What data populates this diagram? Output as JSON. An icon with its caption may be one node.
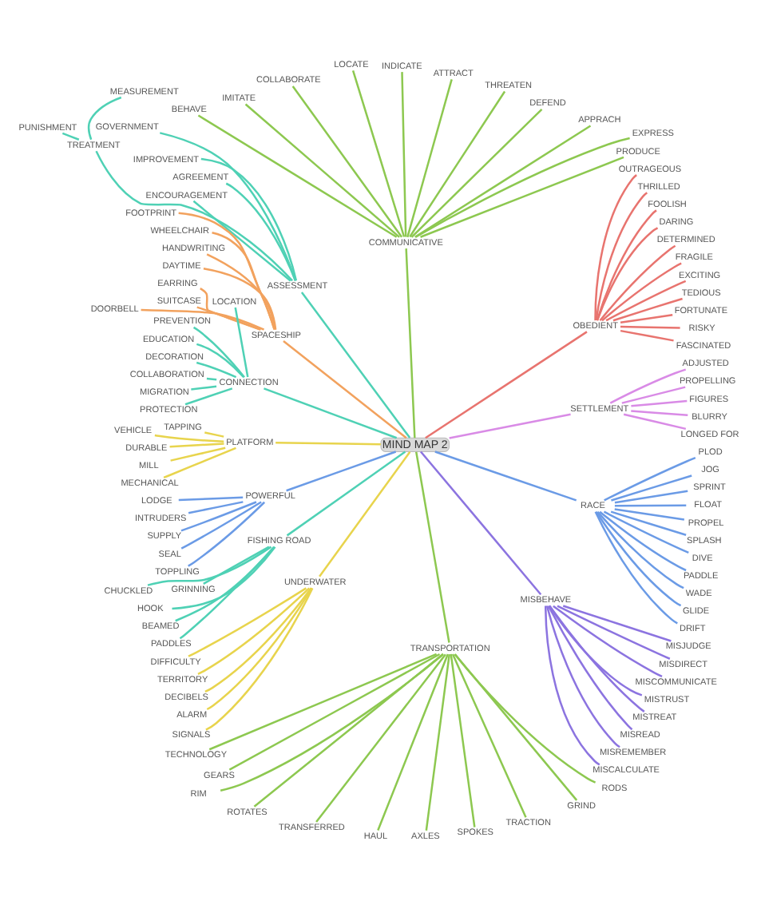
{
  "diagram": {
    "nodes": [
      {
        "text": [
          "MIND MAP 2"
        ]
      },
      {
        "text": [
          "SETTLEMENT"
        ]
      },
      {
        "text": [
          "LONGED FOR"
        ]
      },
      {
        "text": [
          "BLURRY"
        ]
      },
      {
        "text": [
          "FIGURES"
        ]
      },
      {
        "text": [
          "PROPELLING"
        ]
      },
      {
        "text": [
          "ADJUSTED"
        ]
      },
      {
        "text": [
          "OBEDIENT"
        ]
      },
      {
        "text": [
          "FASCINATED"
        ]
      },
      {
        "text": [
          "RISKY"
        ]
      },
      {
        "text": [
          "FORTUNATE"
        ]
      },
      {
        "text": [
          "TEDIOUS"
        ]
      },
      {
        "text": [
          "EXCITING"
        ]
      },
      {
        "text": [
          "FRAGILE"
        ]
      },
      {
        "text": [
          "DETERMINED"
        ]
      },
      {
        "text": [
          "DARING"
        ]
      },
      {
        "text": [
          "FOOLISH"
        ]
      },
      {
        "text": [
          "THRILLED"
        ]
      },
      {
        "text": [
          "OUTRAGEOUS"
        ]
      },
      {
        "text": [
          "COMMUNICATIVE"
        ]
      },
      {
        "text": [
          "PRODUCE"
        ]
      },
      {
        "text": [
          "EXPRESS"
        ]
      },
      {
        "text": [
          "APPRACH"
        ]
      },
      {
        "text": [
          "DEFEND"
        ]
      },
      {
        "text": [
          "THREATEN"
        ]
      },
      {
        "text": [
          "ATTRACT"
        ]
      },
      {
        "text": [
          "INDICATE"
        ]
      },
      {
        "text": [
          "LOCATE"
        ]
      },
      {
        "text": [
          "COLLABORATE"
        ]
      },
      {
        "text": [
          "IMITATE"
        ]
      },
      {
        "text": [
          "BEHAVE"
        ]
      },
      {
        "text": [
          "ASSESSMENT"
        ]
      },
      {
        "text": [
          "GOVERNMENT"
        ]
      },
      {
        "text": [
          "TREATMENT"
        ]
      },
      {
        "text": [
          "MEASUREMENT"
        ]
      },
      {
        "text": [
          "PUNISHMENT"
        ]
      },
      {
        "text": [
          "IMPROVEMENT"
        ]
      },
      {
        "text": [
          "AGREEMENT"
        ]
      },
      {
        "text": [
          "ENCOURAGEMENT"
        ]
      },
      {
        "text": [
          "SPACESHIP"
        ]
      },
      {
        "text": [
          "FOOTPRINT"
        ]
      },
      {
        "text": [
          "WHEELCHAIR"
        ]
      },
      {
        "text": [
          "HANDWRITING"
        ]
      },
      {
        "text": [
          "DAYTIME"
        ]
      },
      {
        "text": [
          "EARRING"
        ]
      },
      {
        "text": [
          "DOORBELL"
        ]
      },
      {
        "text": [
          "SUITCASE"
        ]
      },
      {
        "text": [
          "CONNECTION"
        ]
      },
      {
        "text": [
          "LOCATION"
        ]
      },
      {
        "text": [
          "PREVENTION"
        ]
      },
      {
        "text": [
          "EDUCATION"
        ]
      },
      {
        "text": [
          "DECORATION"
        ]
      },
      {
        "text": [
          "COLLABORATION"
        ]
      },
      {
        "text": [
          "MIGRATION"
        ]
      },
      {
        "text": [
          "PROTECTION"
        ]
      },
      {
        "text": [
          "PLATFORM"
        ]
      },
      {
        "text": [
          "TAPPING"
        ]
      },
      {
        "text": [
          "VEHICLE"
        ]
      },
      {
        "text": [
          "DURABLE"
        ]
      },
      {
        "text": [
          "MILL"
        ]
      },
      {
        "text": [
          "MECHANICAL"
        ]
      },
      {
        "text": [
          "POWERFUL"
        ]
      },
      {
        "text": [
          "LODGE"
        ]
      },
      {
        "text": [
          "INTRUDERS"
        ]
      },
      {
        "text": [
          "SUPPLY"
        ]
      },
      {
        "text": [
          "SEAL"
        ]
      },
      {
        "text": [
          "TOPPLING"
        ]
      },
      {
        "text": [
          "FISHING ROAD"
        ]
      },
      {
        "text": [
          "GRINNING"
        ]
      },
      {
        "text": [
          "CHUCKLED"
        ]
      },
      {
        "text": [
          "HOOK"
        ]
      },
      {
        "text": [
          "BEAMED"
        ]
      },
      {
        "text": [
          "PADDLES"
        ]
      },
      {
        "text": [
          "UNDERWATER"
        ]
      },
      {
        "text": [
          "DIFFICULTY"
        ]
      },
      {
        "text": [
          "TERRITORY"
        ]
      },
      {
        "text": [
          "DECIBELS"
        ]
      },
      {
        "text": [
          "ALARM"
        ]
      },
      {
        "text": [
          "SIGNALS"
        ]
      },
      {
        "text": [
          "TRANSPORTATION"
        ]
      },
      {
        "text": [
          "TECHNOLOGY"
        ]
      },
      {
        "text": [
          "GEARS"
        ]
      },
      {
        "text": [
          "RIM"
        ]
      },
      {
        "text": [
          "ROTATES"
        ]
      },
      {
        "text": [
          "TRANSFERRED"
        ]
      },
      {
        "text": [
          "HAUL"
        ]
      },
      {
        "text": [
          "AXLES"
        ]
      },
      {
        "text": [
          "SPOKES"
        ]
      },
      {
        "text": [
          "TRACTION"
        ]
      },
      {
        "text": [
          "GRIND"
        ]
      },
      {
        "text": [
          "RODS"
        ]
      },
      {
        "text": [
          "MISBEHAVE"
        ]
      },
      {
        "text": [
          "MISCALCULATE"
        ]
      },
      {
        "text": [
          "MISREMEMBER"
        ]
      },
      {
        "text": [
          "MISREAD"
        ]
      },
      {
        "text": [
          "MISTREAT"
        ]
      },
      {
        "text": [
          "MISTRUST"
        ]
      },
      {
        "text": [
          "MISCOMMUNICATE"
        ]
      },
      {
        "text": [
          "MISDIRECT"
        ]
      },
      {
        "text": [
          "MISJUDGE"
        ]
      },
      {
        "text": [
          "RACE"
        ]
      },
      {
        "text": [
          "DRIFT"
        ]
      },
      {
        "text": [
          "GLIDE"
        ]
      },
      {
        "text": [
          "WADE"
        ]
      },
      {
        "text": [
          "PADDLE"
        ]
      },
      {
        "text": [
          "DIVE"
        ]
      },
      {
        "text": [
          "SPLASH"
        ]
      },
      {
        "text": [
          "PROPEL"
        ]
      },
      {
        "text": [
          "FLOAT"
        ]
      },
      {
        "text": [
          "SPRINT"
        ]
      },
      {
        "text": [
          "JOG"
        ]
      },
      {
        "text": [
          "PLOD"
        ]
      }
    ],
    "edges": [
      {
        "from": 0,
        "to": 1,
        "arrow": "none",
        "color": "#d98be6"
      },
      {
        "from": 1,
        "to": 2,
        "arrow": "none",
        "color": "#d98be6"
      },
      {
        "from": 1,
        "to": 3,
        "arrow": "none",
        "color": "#d98be6"
      },
      {
        "from": 1,
        "to": 4,
        "arrow": "none",
        "color": "#d98be6"
      },
      {
        "from": 1,
        "to": 5,
        "arrow": "none",
        "color": "#d98be6"
      },
      {
        "from": 1,
        "to": 6,
        "arrow": "none",
        "color": "#d98be6"
      },
      {
        "from": 0,
        "to": 7,
        "arrow": "none",
        "color": "#e8746f"
      },
      {
        "from": 7,
        "to": 8,
        "arrow": "none",
        "color": "#e8746f"
      },
      {
        "from": 7,
        "to": 9,
        "arrow": "none",
        "color": "#e8746f"
      },
      {
        "from": 7,
        "to": 10,
        "arrow": "none",
        "color": "#e8746f"
      },
      {
        "from": 7,
        "to": 11,
        "arrow": "none",
        "color": "#e8746f"
      },
      {
        "from": 7,
        "to": 12,
        "arrow": "none",
        "color": "#e8746f"
      },
      {
        "from": 7,
        "to": 13,
        "arrow": "none",
        "color": "#e8746f"
      },
      {
        "from": 7,
        "to": 14,
        "arrow": "none",
        "color": "#e8746f"
      },
      {
        "from": 7,
        "to": 15,
        "arrow": "none",
        "color": "#e8746f"
      },
      {
        "from": 7,
        "to": 16,
        "arrow": "none",
        "color": "#e8746f"
      },
      {
        "from": 7,
        "to": 17,
        "arrow": "none",
        "color": "#e8746f"
      },
      {
        "from": 7,
        "to": 18,
        "arrow": "none",
        "color": "#e8746f"
      },
      {
        "from": 0,
        "to": 19,
        "arrow": "none",
        "color": "#8dc850"
      },
      {
        "from": 19,
        "to": 20,
        "arrow": "none",
        "color": "#8dc850"
      },
      {
        "from": 19,
        "to": 21,
        "arrow": "none",
        "color": "#8dc850"
      },
      {
        "from": 19,
        "to": 22,
        "arrow": "none",
        "color": "#8dc850"
      },
      {
        "from": 19,
        "to": 23,
        "arrow": "none",
        "color": "#8dc850"
      },
      {
        "from": 19,
        "to": 24,
        "arrow": "none",
        "color": "#8dc850"
      },
      {
        "from": 19,
        "to": 25,
        "arrow": "none",
        "color": "#8dc850"
      },
      {
        "from": 19,
        "to": 26,
        "arrow": "none",
        "color": "#8dc850"
      },
      {
        "from": 19,
        "to": 27,
        "arrow": "none",
        "color": "#8dc850"
      },
      {
        "from": 19,
        "to": 28,
        "arrow": "none",
        "color": "#8dc850"
      },
      {
        "from": 19,
        "to": 29,
        "arrow": "none",
        "color": "#8dc850"
      },
      {
        "from": 19,
        "to": 30,
        "arrow": "none",
        "color": "#8dc850"
      },
      {
        "from": 0,
        "to": 31,
        "arrow": "none",
        "color": "#4fd1b5"
      },
      {
        "from": 31,
        "to": 32,
        "arrow": "none",
        "color": "#4fd1b5"
      },
      {
        "from": 31,
        "to": 33,
        "arrow": "none",
        "color": "#4fd1b5"
      },
      {
        "from": 33,
        "to": 34,
        "arrow": "none",
        "color": "#4fd1b5"
      },
      {
        "from": 33,
        "to": 35,
        "arrow": "none",
        "color": "#4fd1b5"
      },
      {
        "from": 31,
        "to": 36,
        "arrow": "none",
        "color": "#4fd1b5"
      },
      {
        "from": 31,
        "to": 37,
        "arrow": "none",
        "color": "#4fd1b5"
      },
      {
        "from": 31,
        "to": 38,
        "arrow": "none",
        "color": "#4fd1b5"
      },
      {
        "from": 0,
        "to": 39,
        "arrow": "none",
        "color": "#f2a25e"
      },
      {
        "from": 39,
        "to": 40,
        "arrow": "none",
        "color": "#f2a25e"
      },
      {
        "from": 39,
        "to": 41,
        "arrow": "none",
        "color": "#f2a25e"
      },
      {
        "from": 39,
        "to": 42,
        "arrow": "none",
        "color": "#f2a25e"
      },
      {
        "from": 39,
        "to": 43,
        "arrow": "none",
        "color": "#f2a25e"
      },
      {
        "from": 39,
        "to": 44,
        "arrow": "none",
        "color": "#f2a25e"
      },
      {
        "from": 39,
        "to": 45,
        "arrow": "none",
        "color": "#f2a25e"
      },
      {
        "from": 39,
        "to": 46,
        "arrow": "none",
        "color": "#f2a25e"
      },
      {
        "from": 0,
        "to": 47,
        "arrow": "none",
        "color": "#4fd1b5"
      },
      {
        "from": 47,
        "to": 48,
        "arrow": "none",
        "color": "#4fd1b5"
      },
      {
        "from": 47,
        "to": 49,
        "arrow": "none",
        "color": "#4fd1b5"
      },
      {
        "from": 47,
        "to": 50,
        "arrow": "none",
        "color": "#4fd1b5"
      },
      {
        "from": 47,
        "to": 51,
        "arrow": "none",
        "color": "#4fd1b5"
      },
      {
        "from": 47,
        "to": 52,
        "arrow": "none",
        "color": "#4fd1b5"
      },
      {
        "from": 47,
        "to": 53,
        "arrow": "none",
        "color": "#4fd1b5"
      },
      {
        "from": 47,
        "to": 54,
        "arrow": "none",
        "color": "#4fd1b5"
      },
      {
        "from": 0,
        "to": 55,
        "arrow": "none",
        "color": "#e8d44d"
      },
      {
        "from": 55,
        "to": 56,
        "arrow": "none",
        "color": "#e8d44d"
      },
      {
        "from": 55,
        "to": 57,
        "arrow": "none",
        "color": "#e8d44d"
      },
      {
        "from": 55,
        "to": 58,
        "arrow": "none",
        "color": "#e8d44d"
      },
      {
        "from": 55,
        "to": 59,
        "arrow": "none",
        "color": "#e8d44d"
      },
      {
        "from": 55,
        "to": 60,
        "arrow": "none",
        "color": "#e8d44d"
      },
      {
        "from": 0,
        "to": 61,
        "arrow": "none",
        "color": "#6b9be6"
      },
      {
        "from": 61,
        "to": 62,
        "arrow": "none",
        "color": "#6b9be6"
      },
      {
        "from": 61,
        "to": 63,
        "arrow": "none",
        "color": "#6b9be6"
      },
      {
        "from": 61,
        "to": 64,
        "arrow": "none",
        "color": "#6b9be6"
      },
      {
        "from": 61,
        "to": 65,
        "arrow": "none",
        "color": "#6b9be6"
      },
      {
        "from": 61,
        "to": 66,
        "arrow": "none",
        "color": "#6b9be6"
      },
      {
        "from": 0,
        "to": 67,
        "arrow": "none",
        "color": "#4fd1b5"
      },
      {
        "from": 67,
        "to": 68,
        "arrow": "none",
        "color": "#4fd1b5"
      },
      {
        "from": 67,
        "to": 69,
        "arrow": "none",
        "color": "#4fd1b5"
      },
      {
        "from": 67,
        "to": 70,
        "arrow": "none",
        "color": "#4fd1b5"
      },
      {
        "from": 67,
        "to": 71,
        "arrow": "none",
        "color": "#4fd1b5"
      },
      {
        "from": 67,
        "to": 72,
        "arrow": "none",
        "color": "#4fd1b5"
      },
      {
        "from": 0,
        "to": 73,
        "arrow": "none",
        "color": "#e8d44d"
      },
      {
        "from": 73,
        "to": 74,
        "arrow": "none",
        "color": "#e8d44d"
      },
      {
        "from": 73,
        "to": 75,
        "arrow": "none",
        "color": "#e8d44d"
      },
      {
        "from": 73,
        "to": 76,
        "arrow": "none",
        "color": "#e8d44d"
      },
      {
        "from": 73,
        "to": 77,
        "arrow": "none",
        "color": "#e8d44d"
      },
      {
        "from": 73,
        "to": 78,
        "arrow": "none",
        "color": "#e8d44d"
      },
      {
        "from": 0,
        "to": 79,
        "arrow": "none",
        "color": "#8dc850"
      },
      {
        "from": 79,
        "to": 80,
        "arrow": "none",
        "color": "#8dc850"
      },
      {
        "from": 79,
        "to": 81,
        "arrow": "none",
        "color": "#8dc850"
      },
      {
        "from": 79,
        "to": 82,
        "arrow": "none",
        "color": "#8dc850"
      },
      {
        "from": 79,
        "to": 83,
        "arrow": "none",
        "color": "#8dc850"
      },
      {
        "from": 79,
        "to": 84,
        "arrow": "none",
        "color": "#8dc850"
      },
      {
        "from": 79,
        "to": 85,
        "arrow": "none",
        "color": "#8dc850"
      },
      {
        "from": 79,
        "to": 86,
        "arrow": "none",
        "color": "#8dc850"
      },
      {
        "from": 79,
        "to": 87,
        "arrow": "none",
        "color": "#8dc850"
      },
      {
        "from": 79,
        "to": 88,
        "arrow": "none",
        "color": "#8dc850"
      },
      {
        "from": 79,
        "to": 89,
        "arrow": "none",
        "color": "#8dc850"
      },
      {
        "from": 79,
        "to": 90,
        "arrow": "none",
        "color": "#8dc850"
      },
      {
        "from": 0,
        "to": 91,
        "arrow": "none",
        "color": "#8c74e0"
      },
      {
        "from": 91,
        "to": 92,
        "arrow": "none",
        "color": "#8c74e0"
      },
      {
        "from": 91,
        "to": 93,
        "arrow": "none",
        "color": "#8c74e0"
      },
      {
        "from": 91,
        "to": 94,
        "arrow": "none",
        "color": "#8c74e0"
      },
      {
        "from": 91,
        "to": 95,
        "arrow": "none",
        "color": "#8c74e0"
      },
      {
        "from": 91,
        "to": 96,
        "arrow": "none",
        "color": "#8c74e0"
      },
      {
        "from": 91,
        "to": 97,
        "arrow": "none",
        "color": "#8c74e0"
      },
      {
        "from": 91,
        "to": 98,
        "arrow": "none",
        "color": "#8c74e0"
      },
      {
        "from": 91,
        "to": 99,
        "arrow": "none",
        "color": "#8c74e0"
      },
      {
        "from": 0,
        "to": 100,
        "arrow": "none",
        "color": "#6b9be6"
      },
      {
        "from": 100,
        "to": 101,
        "arrow": "none",
        "color": "#6b9be6"
      },
      {
        "from": 100,
        "to": 102,
        "arrow": "none",
        "color": "#6b9be6"
      },
      {
        "from": 100,
        "to": 103,
        "arrow": "none",
        "color": "#6b9be6"
      },
      {
        "from": 100,
        "to": 104,
        "arrow": "none",
        "color": "#6b9be6"
      },
      {
        "from": 100,
        "to": 105,
        "arrow": "none",
        "color": "#6b9be6"
      },
      {
        "from": 100,
        "to": 106,
        "arrow": "none",
        "color": "#6b9be6"
      },
      {
        "from": 100,
        "to": 107,
        "arrow": "none",
        "color": "#6b9be6"
      },
      {
        "from": 100,
        "to": 108,
        "arrow": "none",
        "color": "#6b9be6"
      },
      {
        "from": 100,
        "to": 109,
        "arrow": "none",
        "color": "#6b9be6"
      },
      {
        "from": 100,
        "to": 110,
        "arrow": "none",
        "color": "#6b9be6"
      },
      {
        "from": 100,
        "to": 111,
        "arrow": "none",
        "color": "#6b9be6"
      }
    ]
  }
}
